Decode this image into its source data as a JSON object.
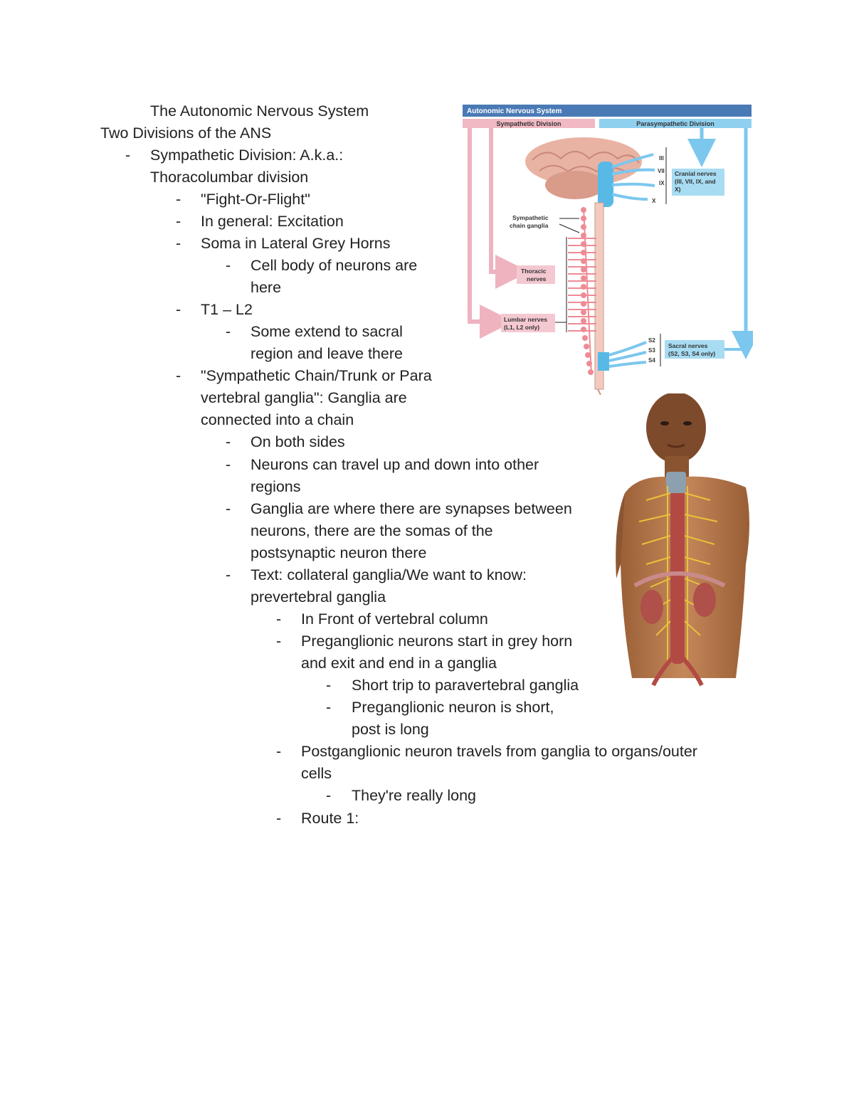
{
  "doc": {
    "title": "The Autonomic Nervous System",
    "l1": "Two Divisions of the ANS",
    "dash": "-",
    "l2a": "Sympathetic Division: A.k.a.:",
    "l2b": "Thoracolumbar division",
    "l3": "\"Fight-Or-Flight\"",
    "l4": "In general: Excitation",
    "l5": "Soma in Lateral Grey Horns",
    "l6a": "Cell body of neurons are",
    "l6b": "here",
    "l7": "T1 – L2",
    "l8a": "Some extend to sacral",
    "l8b": "region and leave there",
    "l9a": "\"Sympathetic Chain/Trunk or Para",
    "l9b": "vertebral ganglia\": Ganglia are",
    "l9c": "connected into a chain",
    "l10": "On both sides",
    "l11a": "Neurons can travel up and down into other",
    "l11b": "regions",
    "l12a": "Ganglia are where there are synapses between",
    "l12b": "neurons, there are the somas of the",
    "l12c": "postsynaptic neuron there",
    "l13a": "Text: collateral ganglia/We want to know:",
    "l13b": "prevertebral ganglia",
    "l14": "In Front of vertebral column",
    "l15a": "Preganglionic neurons start in grey horn",
    "l15b": "and exit and end in a ganglia",
    "l16": "Short trip to paravertebral ganglia",
    "l17a": "Preganglionic neuron is short,",
    "l17b": "post is long",
    "l18a": "Postganglionic neuron travels from ganglia to organs/outer",
    "l18b": "cells",
    "l19": "They're really long",
    "l20": "Route 1:"
  },
  "figure1": {
    "banner": "Autonomic Nervous System",
    "sympathetic": "Sympathetic Division",
    "parasympathetic": "Parasympathetic Division",
    "cranial_a": "Cranial nerves",
    "cranial_b": "(III, VII, IX, and",
    "cranial_c": "X)",
    "roman_iii": "III",
    "roman_vii": "VII",
    "roman_ix": "IX",
    "roman_x": "X",
    "chain_a": "Sympathetic",
    "chain_b": "chain ganglia",
    "thoracic_a": "Thoracic",
    "thoracic_b": "nerves",
    "lumbar_a": "Lumbar nerves",
    "lumbar_b": "(L1, L2 only)",
    "sacral_a": "Sacral nerves",
    "sacral_b": "(S2, S3, S4 only)",
    "s2": "S2",
    "s3": "S3",
    "s4": "S4",
    "colors": {
      "banner": "#4a7ab5",
      "symp": "#f0b9c4",
      "para": "#8fd0ef",
      "nerve_blue": "#7cc7ee",
      "nerve_pink": "#eeb3bf"
    }
  },
  "figure2": {
    "icon": "torso-anatomy-illustration",
    "colors": {
      "skin": "#b4764a",
      "nerves": "#e8c23a",
      "kidney": "#b0504a"
    }
  }
}
